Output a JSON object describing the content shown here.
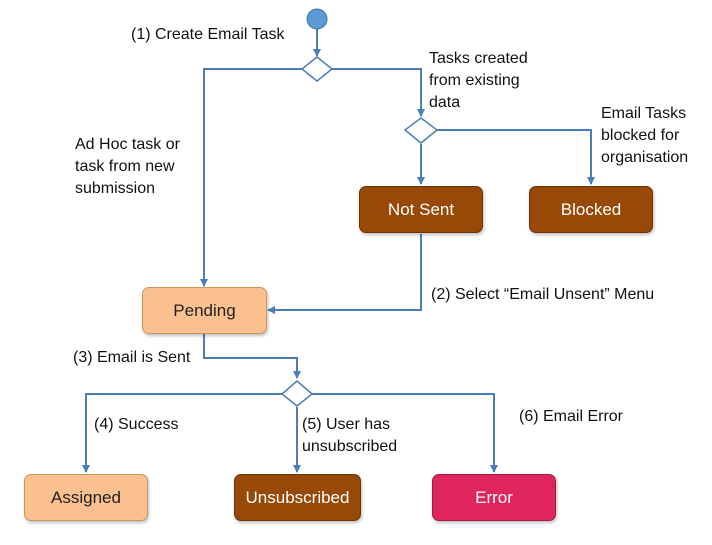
{
  "colors": {
    "edge": "#4a7ebb",
    "start_fill": "#5b9bd5",
    "peach": "#fac090",
    "brown": "#984807",
    "error": "#e0245e"
  },
  "nodes": {
    "not_sent": "Not Sent",
    "blocked": "Blocked",
    "pending": "Pending",
    "assigned": "Assigned",
    "unsubscribed": "Unsubscribed",
    "error": "Error"
  },
  "labels": {
    "create_task": "(1) Create Email Task",
    "existing_data": "Tasks created\nfrom existing\ndata",
    "blocked_org": "Email Tasks\nblocked for\norganisation",
    "adhoc": "Ad Hoc task or\ntask from new\nsubmission",
    "select_unsent": "(2) Select “Email Unsent” Menu",
    "email_sent": "(3) Email is Sent",
    "success": "(4) Success",
    "user_unsub": "(5) User has\nunsubscribed",
    "email_error": "(6) Email Error"
  }
}
